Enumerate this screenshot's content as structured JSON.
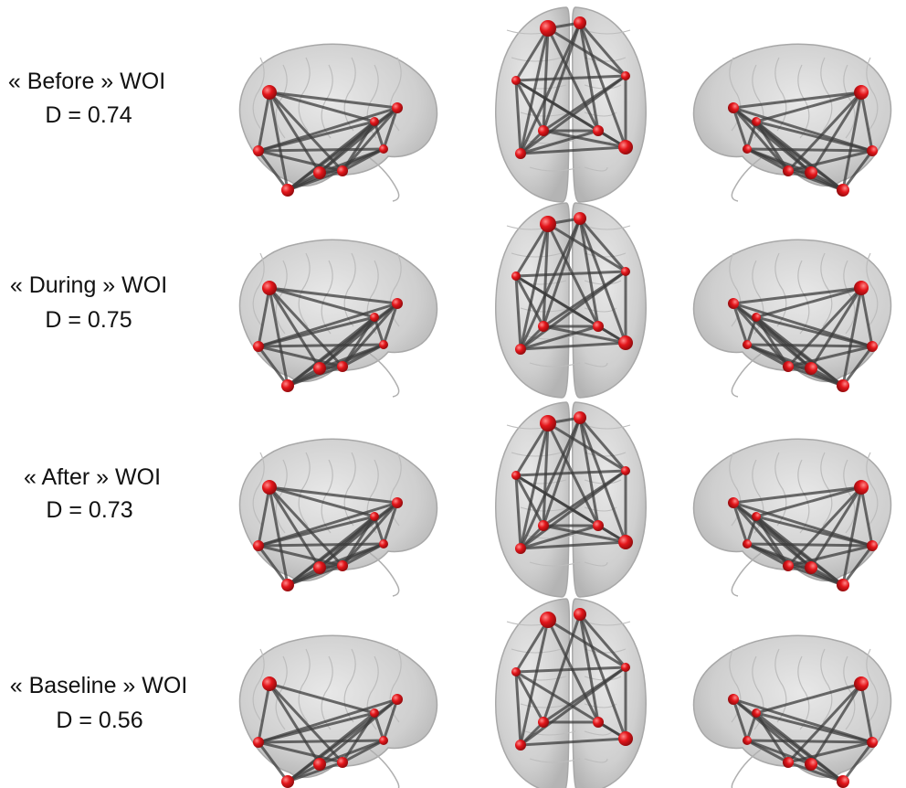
{
  "rows": [
    {
      "label": "« Before » WOI",
      "density": "D = 0.74"
    },
    {
      "label": "« During » WOI",
      "density": "D = 0.75"
    },
    {
      "label": "« After » WOI",
      "density": "D = 0.73"
    },
    {
      "label": "« Baseline » WOI",
      "density": "D = 0.56"
    }
  ],
  "views": [
    "lateral-left",
    "axial-top",
    "lateral-right"
  ],
  "colors": {
    "node": "#e3161b",
    "edge": "#3c3c3c",
    "brain": "#d2d2d2"
  }
}
